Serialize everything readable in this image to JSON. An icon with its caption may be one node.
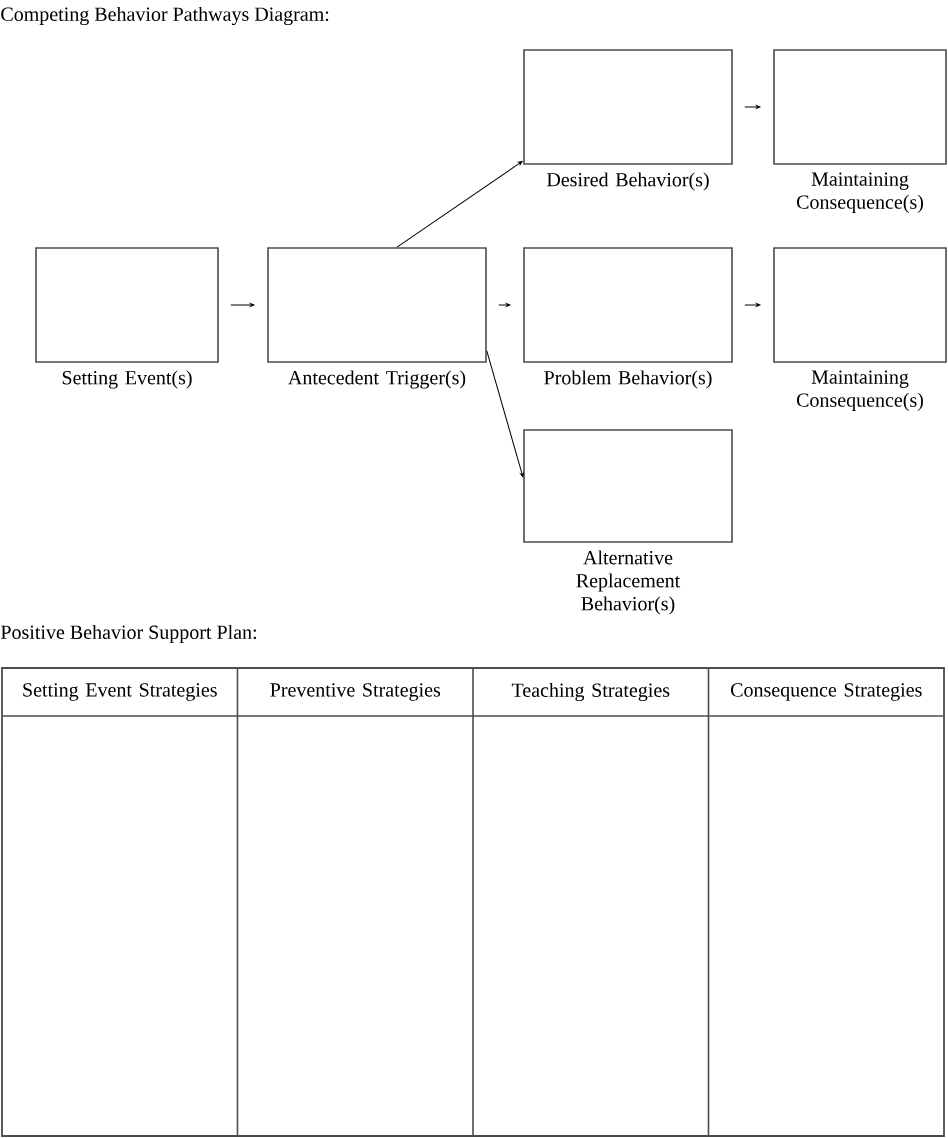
{
  "diagram": {
    "title": "Competing Behavior Pathways Diagram:",
    "nodes": [
      {
        "text": [
          "Desired Behavior(s)"
        ]
      },
      {
        "text": [
          "Maintaining Consequence(s)"
        ]
      },
      {
        "text": [
          "Setting Event(s)"
        ]
      },
      {
        "text": [
          "Antecedent Trigger(s)"
        ]
      },
      {
        "text": [
          "Problem Behavior(s)"
        ]
      },
      {
        "text": [
          "Maintaining Consequence(s)"
        ]
      },
      {
        "text": [
          "Alternative Replacement Behavior(s)"
        ]
      }
    ],
    "edges": [
      {
        "from": 0,
        "to": 1,
        "arrow": "to"
      },
      {
        "from": 2,
        "to": 3,
        "arrow": "to"
      },
      {
        "from": 3,
        "to": 4,
        "arrow": "to"
      },
      {
        "from": 4,
        "to": 5,
        "arrow": "to"
      },
      {
        "from": 3,
        "to": 0,
        "arrow": "to"
      },
      {
        "from": 3,
        "to": 6,
        "arrow": "to"
      }
    ],
    "labels": [
      "Positive Behavior Support Plan:",
      "Setting Event Strategies",
      "Preventive Strategies",
      "Teaching Strategies",
      "Consequence Strategies"
    ]
  }
}
